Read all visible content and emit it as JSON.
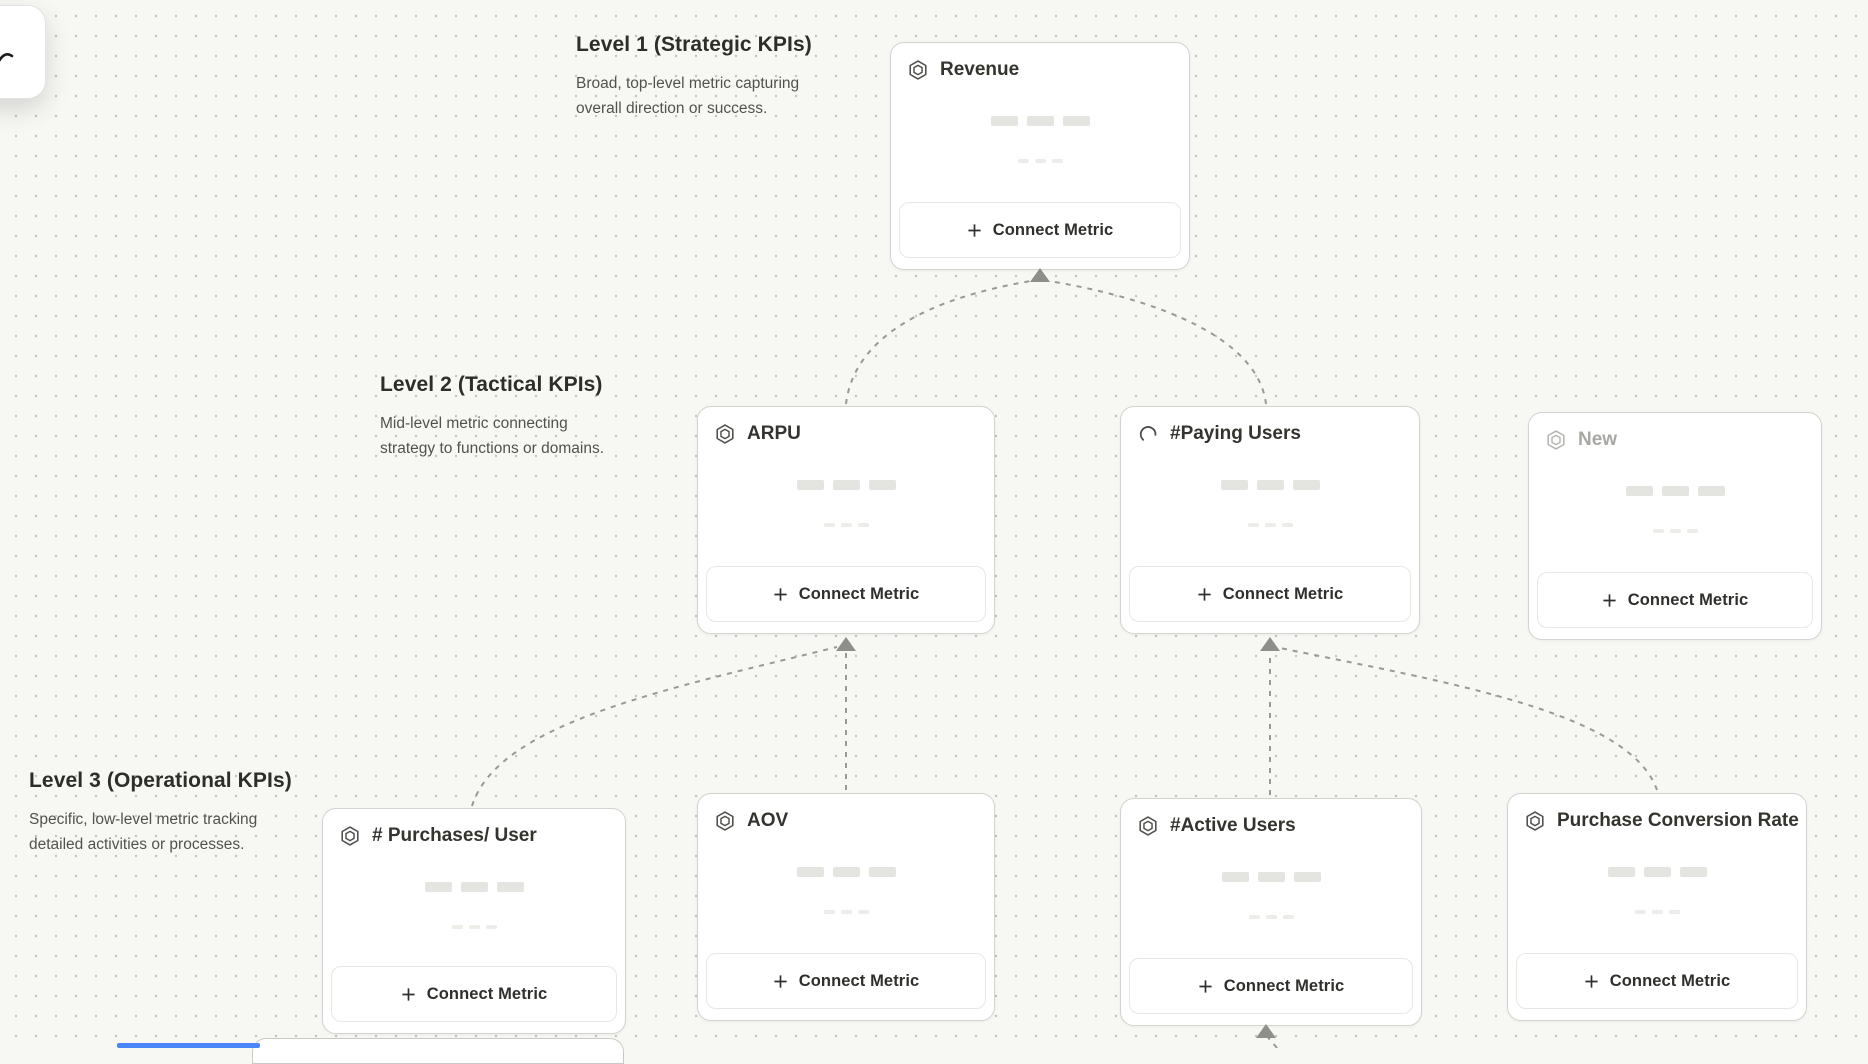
{
  "colors": {
    "canvas_bg": "#f7f7f4",
    "dot": "#c4c4c1",
    "connector": "#989894",
    "arrowhead": "#8e8e8a",
    "card_border": "#d3d3d0",
    "title_text": "#34342f",
    "muted_text": "#a7a7a3",
    "accent_blue": "#4a86f7"
  },
  "levels": [
    {
      "title": "Level 1 (Strategic KPIs)",
      "description_lines": [
        "Broad, top-level metric capturing",
        "overall direction or success."
      ]
    },
    {
      "title": "Level 2 (Tactical KPIs)",
      "description_lines": [
        "Mid-level metric connecting",
        "strategy to functions or domains."
      ]
    },
    {
      "title": "Level 3 (Operational KPIs)",
      "description_lines": [
        "Specific, low-level metric tracking",
        "detailed activities or processes."
      ]
    }
  ],
  "connect_metric_label": "Connect Metric",
  "cards": [
    {
      "title": "Revenue",
      "level": 1,
      "icon": "hexagon-metric-icon",
      "state": "default"
    },
    {
      "title": "ARPU",
      "level": 2,
      "icon": "hexagon-metric-icon",
      "state": "default"
    },
    {
      "title": "#Paying Users",
      "level": 2,
      "icon": "spinner-icon",
      "state": "loading"
    },
    {
      "title": "New",
      "level": 2,
      "icon": "hexagon-metric-icon",
      "state": "draft"
    },
    {
      "title": "# Purchases/ User",
      "level": 3,
      "icon": "hexagon-metric-icon",
      "state": "default"
    },
    {
      "title": "AOV",
      "level": 3,
      "icon": "hexagon-metric-icon",
      "state": "default"
    },
    {
      "title": "#Active Users",
      "level": 3,
      "icon": "hexagon-metric-icon",
      "state": "default"
    },
    {
      "title": "Purchase Conversion Rate",
      "level": 3,
      "icon": "hexagon-metric-icon",
      "state": "default"
    }
  ]
}
